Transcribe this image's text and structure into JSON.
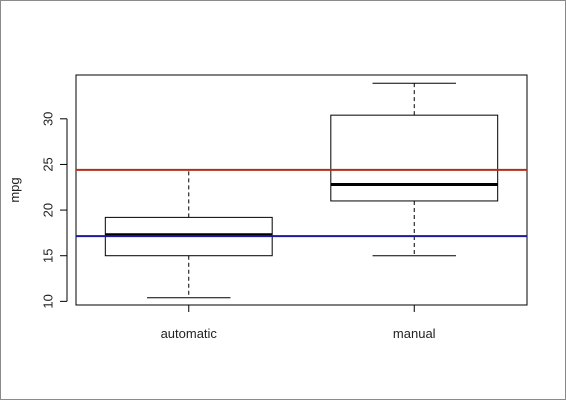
{
  "chart_data": {
    "type": "box",
    "title": "",
    "xlabel": "",
    "ylabel": "mpg",
    "ylim": [
      9.6,
      34.8
    ],
    "yticks": [
      10,
      15,
      20,
      25,
      30
    ],
    "ytick_labels": [
      "10",
      "15",
      "20",
      "25",
      "30"
    ],
    "categories": [
      "automatic",
      "manual"
    ],
    "boxes": [
      {
        "category": "automatic",
        "min": 10.4,
        "q1": 15.0,
        "median": 17.3,
        "q3": 19.2,
        "max": 24.4
      },
      {
        "category": "manual",
        "min": 15.0,
        "q1": 21.0,
        "median": 22.8,
        "q3": 30.4,
        "max": 33.9
      }
    ],
    "hlines": [
      {
        "y": 24.4,
        "color": "#b03018"
      },
      {
        "y": 17.15,
        "color": "#1a1a9a"
      }
    ],
    "grid": false,
    "legend": "none",
    "box_color": "#000000"
  }
}
